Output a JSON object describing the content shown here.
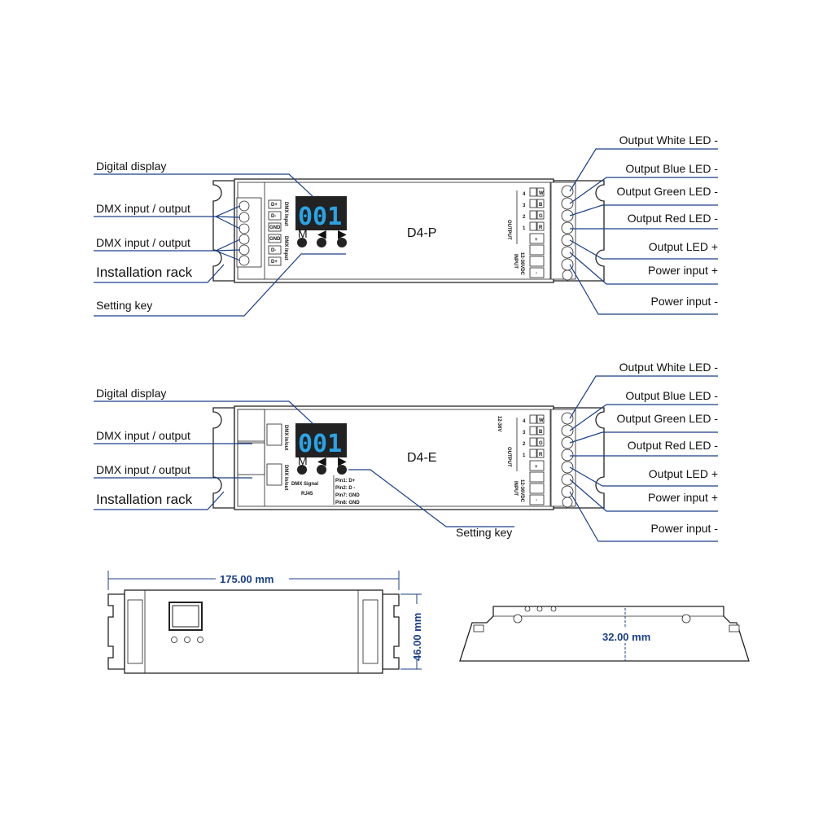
{
  "d4p": {
    "model": "D4-P",
    "display": "001",
    "keys": [
      "M",
      "◀",
      "▶"
    ],
    "left_labels": [
      "Digital display",
      "DMX input / output",
      "DMX input / output",
      "Installation rack",
      "Setting key"
    ],
    "right_labels": [
      "Output White LED -",
      "Output Blue LED -",
      "Output Green LED -",
      "Output Red LED -",
      "Output LED +",
      "Power input +",
      "Power input -"
    ],
    "terminals": [
      "D+",
      "D-",
      "GND",
      "GND",
      "D-",
      "D+"
    ],
    "terminal_group_labels": [
      "DMX Input",
      "DMX Input"
    ]
  },
  "d4e": {
    "model": "D4-E",
    "display": "001",
    "keys": [
      "M",
      "◀",
      "▶"
    ],
    "left_labels": [
      "Digital display",
      "DMX input / output",
      "DMX input / output",
      "Installation rack"
    ],
    "setting_key": "Setting key",
    "right_labels": [
      "Output White LED -",
      "Output Blue LED -",
      "Output Green LED -",
      "Output Red LED -",
      "Output LED +",
      "Power input +",
      "Power input -"
    ],
    "rj45_label": [
      "DMX Signal",
      "RJ45"
    ],
    "rj45_port_labels": [
      "DMX In/out",
      "DMX In/out"
    ],
    "pins": [
      "Pin1: D+",
      "Pin2: D -",
      "Pin7: GND",
      "Pin8: GND"
    ]
  },
  "output_block": {
    "title": "OUTPUT",
    "channels": [
      "4",
      "3",
      "2",
      "1"
    ],
    "channel_codes": [
      "W",
      "B",
      "G",
      "R"
    ],
    "channel_voltage": "12-36V",
    "plus": "+",
    "input_title": "INPUT",
    "input_voltage": "12-36VDC",
    "minus": "-"
  },
  "dimensions": {
    "length": "175.00 mm",
    "width": "46.00 mm",
    "height": "32.00 mm"
  }
}
